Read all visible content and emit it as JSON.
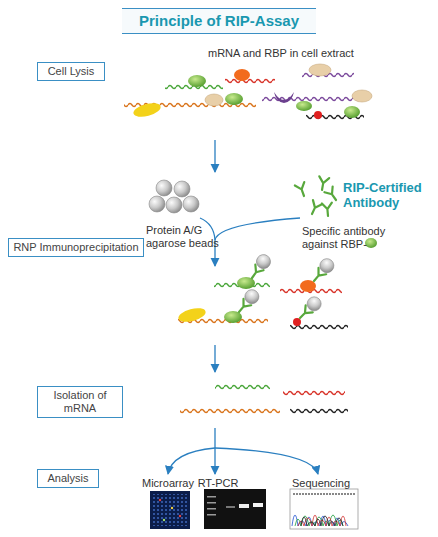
{
  "diagram": {
    "title": "Principle of RIP-Assay",
    "nodes": [
      {
        "text": [
          "Cell Lysis"
        ]
      },
      {
        "text": [
          "RNP Immunoprecipitation"
        ]
      },
      {
        "text": [
          "Isolation of mRNA"
        ]
      },
      {
        "text": [
          "Analysis"
        ]
      }
    ],
    "labels": [
      "mRNA and RBP in cell extract",
      "Protein A/G agarose beads",
      "RIP-Certified Antibody",
      "Specific antibody against RBP-",
      "Microarray",
      "RT-PCR",
      "Sequencing"
    ]
  }
}
